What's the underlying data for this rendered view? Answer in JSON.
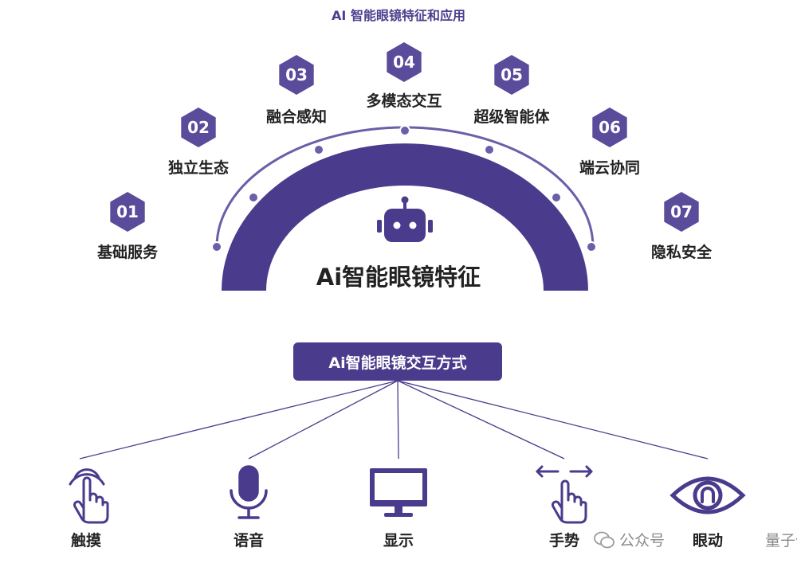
{
  "header": {
    "title": "AI 智能眼镜特征和应用"
  },
  "arc": {
    "title": "Ai智能眼镜特征",
    "icon": "robot-icon"
  },
  "features": [
    {
      "num": "01",
      "label": "基础服务"
    },
    {
      "num": "02",
      "label": "独立生态"
    },
    {
      "num": "03",
      "label": "融合感知"
    },
    {
      "num": "04",
      "label": "多模态交互"
    },
    {
      "num": "05",
      "label": "超级智能体"
    },
    {
      "num": "06",
      "label": "端云协同"
    },
    {
      "num": "07",
      "label": "隐私安全"
    }
  ],
  "interaction": {
    "title": "Ai智能眼镜交互方式",
    "modes": [
      {
        "label": "触摸",
        "icon": "touch-icon"
      },
      {
        "label": "语音",
        "icon": "microphone-icon"
      },
      {
        "label": "显示",
        "icon": "monitor-icon"
      },
      {
        "label": "手势",
        "icon": "gesture-icon"
      },
      {
        "label": "眼动",
        "icon": "eye-icon"
      }
    ]
  },
  "watermark": {
    "text": "公众号",
    "author": "量子位",
    "icon": "wechat-icon"
  },
  "colors": {
    "primary": "#4a3b8c",
    "accent": "#5b4b9b",
    "text": "#222222"
  }
}
